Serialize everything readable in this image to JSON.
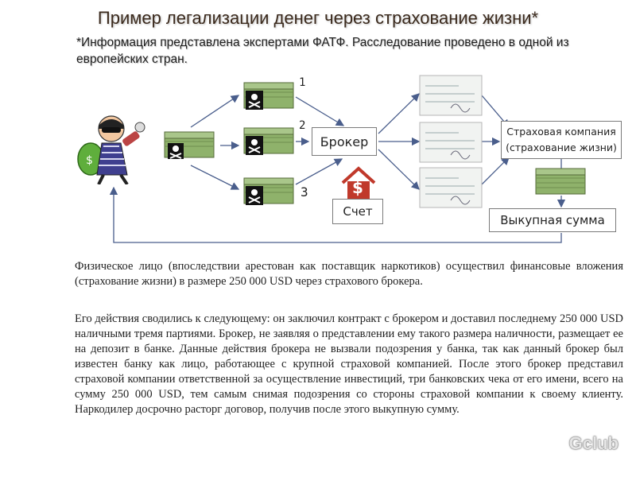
{
  "title": "Пример легализации денег через страхование жизни*",
  "subtitle": "*Информация представлена экспертами ФАТФ. Расследование проведено в одной из европейских стран.",
  "diagram": {
    "labels": {
      "n1": "1",
      "n2": "2",
      "n3": "3"
    },
    "broker": "Брокер",
    "account": "Счет",
    "account_symbol": "$",
    "insurer_line1": "Страховая компания",
    "insurer_line2": "(страхование жизни)",
    "payout": "Выкупная сумма",
    "icons": [
      "criminal-icon",
      "cash-stack-icon",
      "skull-crossbones-icon",
      "bank-house-icon",
      "cheque-icon"
    ],
    "colors": {
      "arrow": "#4a5e8c",
      "bank_red": "#c0392b",
      "cash_green": "#7aa05a"
    }
  },
  "text": {
    "para1": "Физическое лицо (впоследствии арестован как поставщик наркотиков) осуществил финансовые вложения (страхование жизни) в размере 250 000 USD через страхового брокера.",
    "para2": "Его действия сводились к следующему: он заключил контракт с брокером и доставил последнему 250 000 USD наличными тремя партиями. Брокер, не заявляя о представлении ему такого размера наличности, размещает ее на депозит в банке. Данные действия брокера не вызвали подозрения у банка, так как данный брокер был известен банку как лицо, работающее с крупной страховой компанией. После этого брокер представил страховой компании ответственной за осуществление инвестиций, три банковских чека от его имени, всего на сумму 250 000 USD, тем самым снимая подозрения со стороны страховой компании к своему клиенту. Наркодилер досрочно расторг договор, получив после этого выкупную сумму."
  },
  "watermark": "Gclub"
}
